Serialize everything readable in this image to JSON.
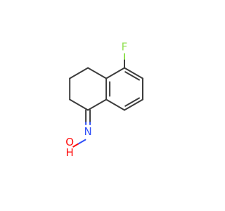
{
  "molecule": {
    "atoms": {
      "fluorine": {
        "symbol": "F",
        "color": "#90e050"
      },
      "nitrogen": {
        "symbol": "N",
        "color": "#3050f8"
      },
      "oxygen": {
        "symbol": "O",
        "color": "#ff0d0d"
      },
      "hydrogen": {
        "symbol": "H",
        "color": "#ff0d0d"
      }
    },
    "bond_color": "#3c3c3c"
  }
}
